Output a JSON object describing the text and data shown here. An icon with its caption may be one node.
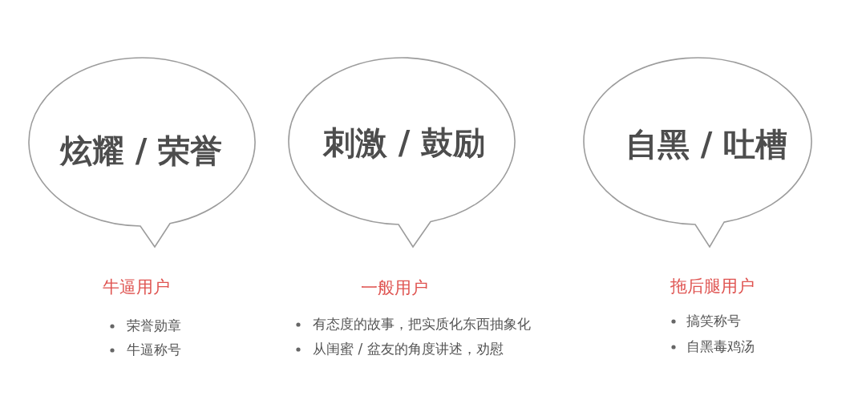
{
  "diagram": {
    "nodes": [
      {
        "text": [
          "炫耀 / 荣誉"
        ],
        "beside": [
          "牛逼用户",
          "荣誉勋章",
          "牛逼称号"
        ]
      },
      {
        "text": [
          "刺激 / 鼓励"
        ],
        "beside": [
          "一般用户",
          "有态度的故事，把实质化东西抽象化",
          "从闺蜜 / 盆友的角度讲述，劝慰"
        ]
      },
      {
        "text": [
          "自黑 / 吐槽"
        ],
        "beside": [
          "拖后腿用户",
          "搞笑称号",
          "自黑毒鸡汤"
        ]
      }
    ]
  }
}
